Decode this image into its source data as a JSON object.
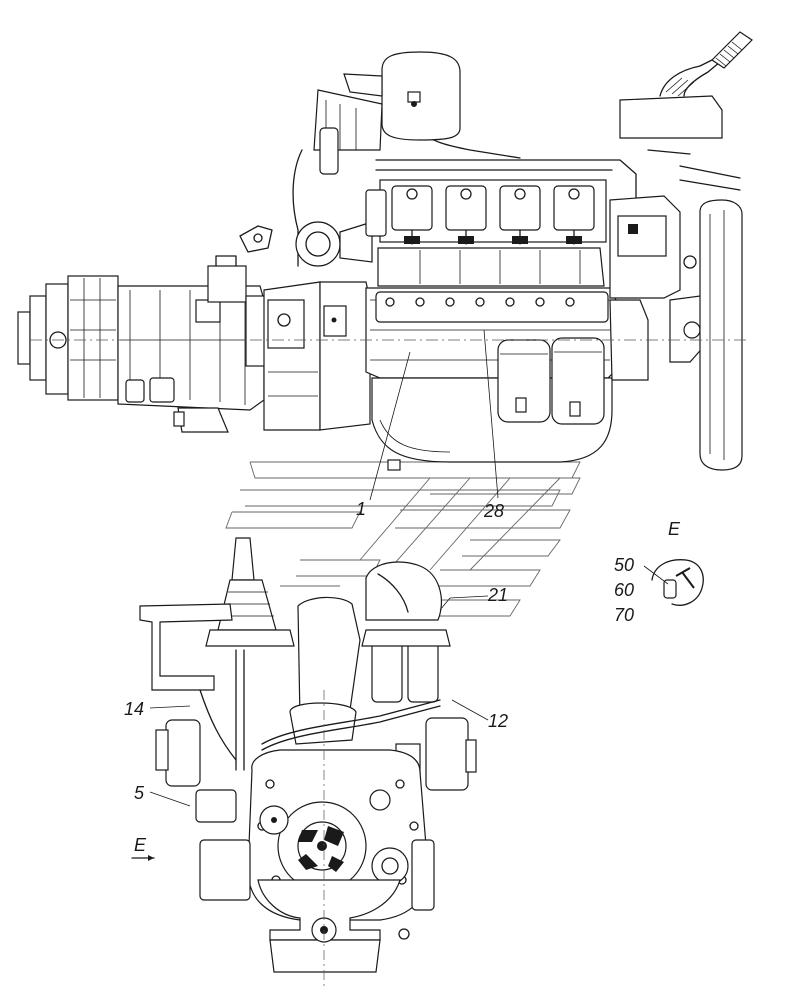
{
  "callouts": {
    "c1": "1",
    "c28": "28",
    "c21": "21",
    "c14": "14",
    "c12": "12",
    "c5": "5",
    "c50": "50",
    "c60": "60",
    "c70": "70",
    "view_letter": "E",
    "view_arrow_letter": "E"
  }
}
